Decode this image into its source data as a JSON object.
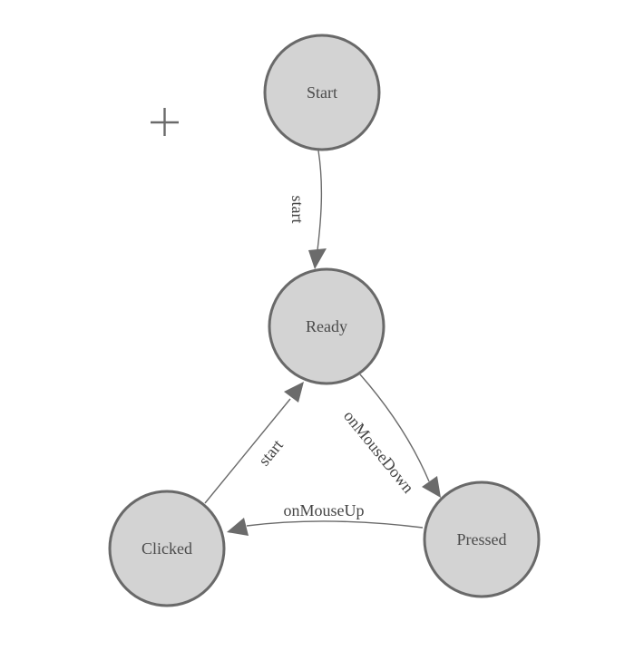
{
  "colors": {
    "background": "#ffffff",
    "node_fill": "#d3d3d3",
    "node_stroke": "#696969",
    "edge_stroke": "#6b6b6b",
    "arrow_fill": "#6b6b6b",
    "node_text": "#4b4b4b",
    "edge_text": "#444444",
    "crosshair": "#6a6a6a"
  },
  "icons": [
    {
      "name": "crosshair-plus-icon",
      "glyph": "+"
    }
  ],
  "diagram": {
    "type": "state-machine",
    "nodes": [
      {
        "id": "start",
        "label": "Start"
      },
      {
        "id": "ready",
        "label": "Ready"
      },
      {
        "id": "clicked",
        "label": "Clicked"
      },
      {
        "id": "pressed",
        "label": "Pressed"
      }
    ],
    "edges": [
      {
        "from": "start",
        "to": "ready",
        "label": "start"
      },
      {
        "from": "ready",
        "to": "pressed",
        "label": "onMouseDown"
      },
      {
        "from": "pressed",
        "to": "clicked",
        "label": "onMouseUp"
      },
      {
        "from": "clicked",
        "to": "ready",
        "label": "start"
      }
    ]
  }
}
